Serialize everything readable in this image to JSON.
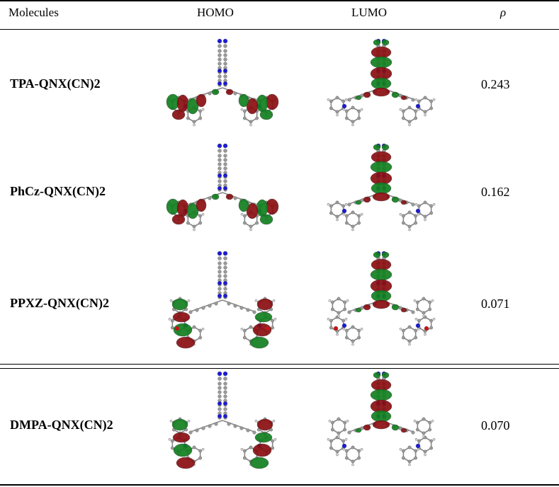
{
  "table": {
    "headers": {
      "molecules": "Molecules",
      "homo": "HOMO",
      "lumo": "LUMO",
      "rho": "ρ"
    },
    "rows": [
      {
        "name": "TPA-QNX(CN)2",
        "rho": "0.243"
      },
      {
        "name": "PhCz-QNX(CN)2",
        "rho": "0.162"
      },
      {
        "name": "PPXZ-QNX(CN)2",
        "rho": "0.071"
      },
      {
        "name": "DMPA-QNX(CN)2",
        "rho": "0.070"
      }
    ]
  },
  "colors": {
    "lobe_positive": "#8a0f12",
    "lobe_negative": "#12801f",
    "carbon": "#9a9a9a",
    "hydrogen": "#dcdcdc",
    "nitrogen": "#1a1ad8",
    "oxygen": "#d01010"
  }
}
